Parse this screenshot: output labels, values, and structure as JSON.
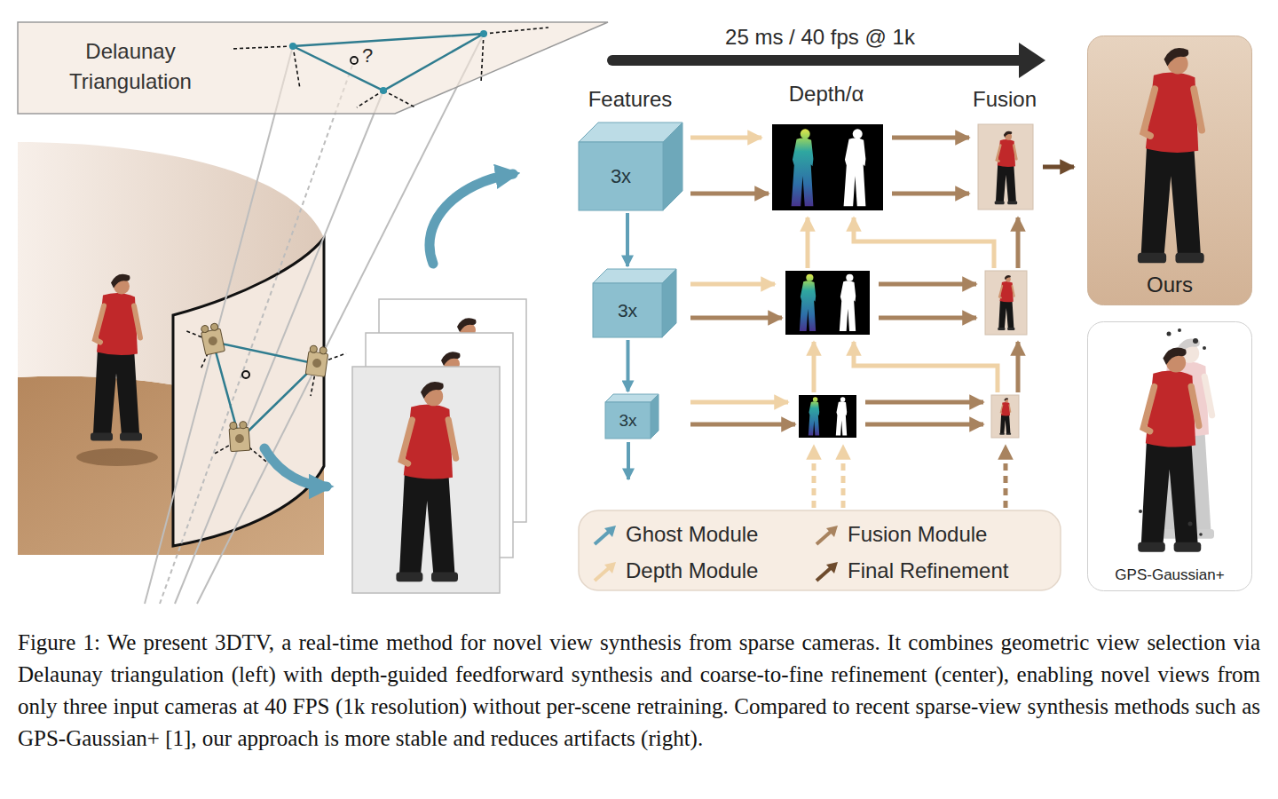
{
  "diagram": {
    "caption": "Figure 1: We present 3DTV, a real-time method for novel view synthesis from sparse cameras. It combines geometric view selection via Delaunay triangulation (left) with depth-guided feedforward synthesis and coarse-to-fine refinement (center), enabling novel views from only three input cameras at 40 FPS (1k resolution) without per-scene retraining. Compared to recent sparse-view synthesis methods such as GPS-Gaussian+ [1], our approach is more stable and reduces artifacts (right).",
    "nodes": [
      {
        "text": [
          "Delaunay Triangulation"
        ]
      },
      {
        "text": [
          "3x"
        ]
      },
      {
        "text": [
          "3x"
        ]
      },
      {
        "text": [
          "3x"
        ]
      },
      {
        "text": [
          "Ours"
        ]
      },
      {
        "text": [
          "GPS-Gaussian+"
        ]
      }
    ],
    "edges": [
      {
        "from": 1,
        "to": 2,
        "arrow": "to"
      },
      {
        "from": 2,
        "to": 3,
        "arrow": "to"
      }
    ],
    "labels": [
      "?",
      "25 ms / 40 fps @ 1k",
      "Features",
      "Depth/α",
      "Fusion"
    ],
    "legend": [
      {
        "text": "Ghost Module"
      },
      {
        "text": "Fusion Module"
      },
      {
        "text": "Depth Module"
      },
      {
        "text": "Final Refinement"
      }
    ]
  }
}
